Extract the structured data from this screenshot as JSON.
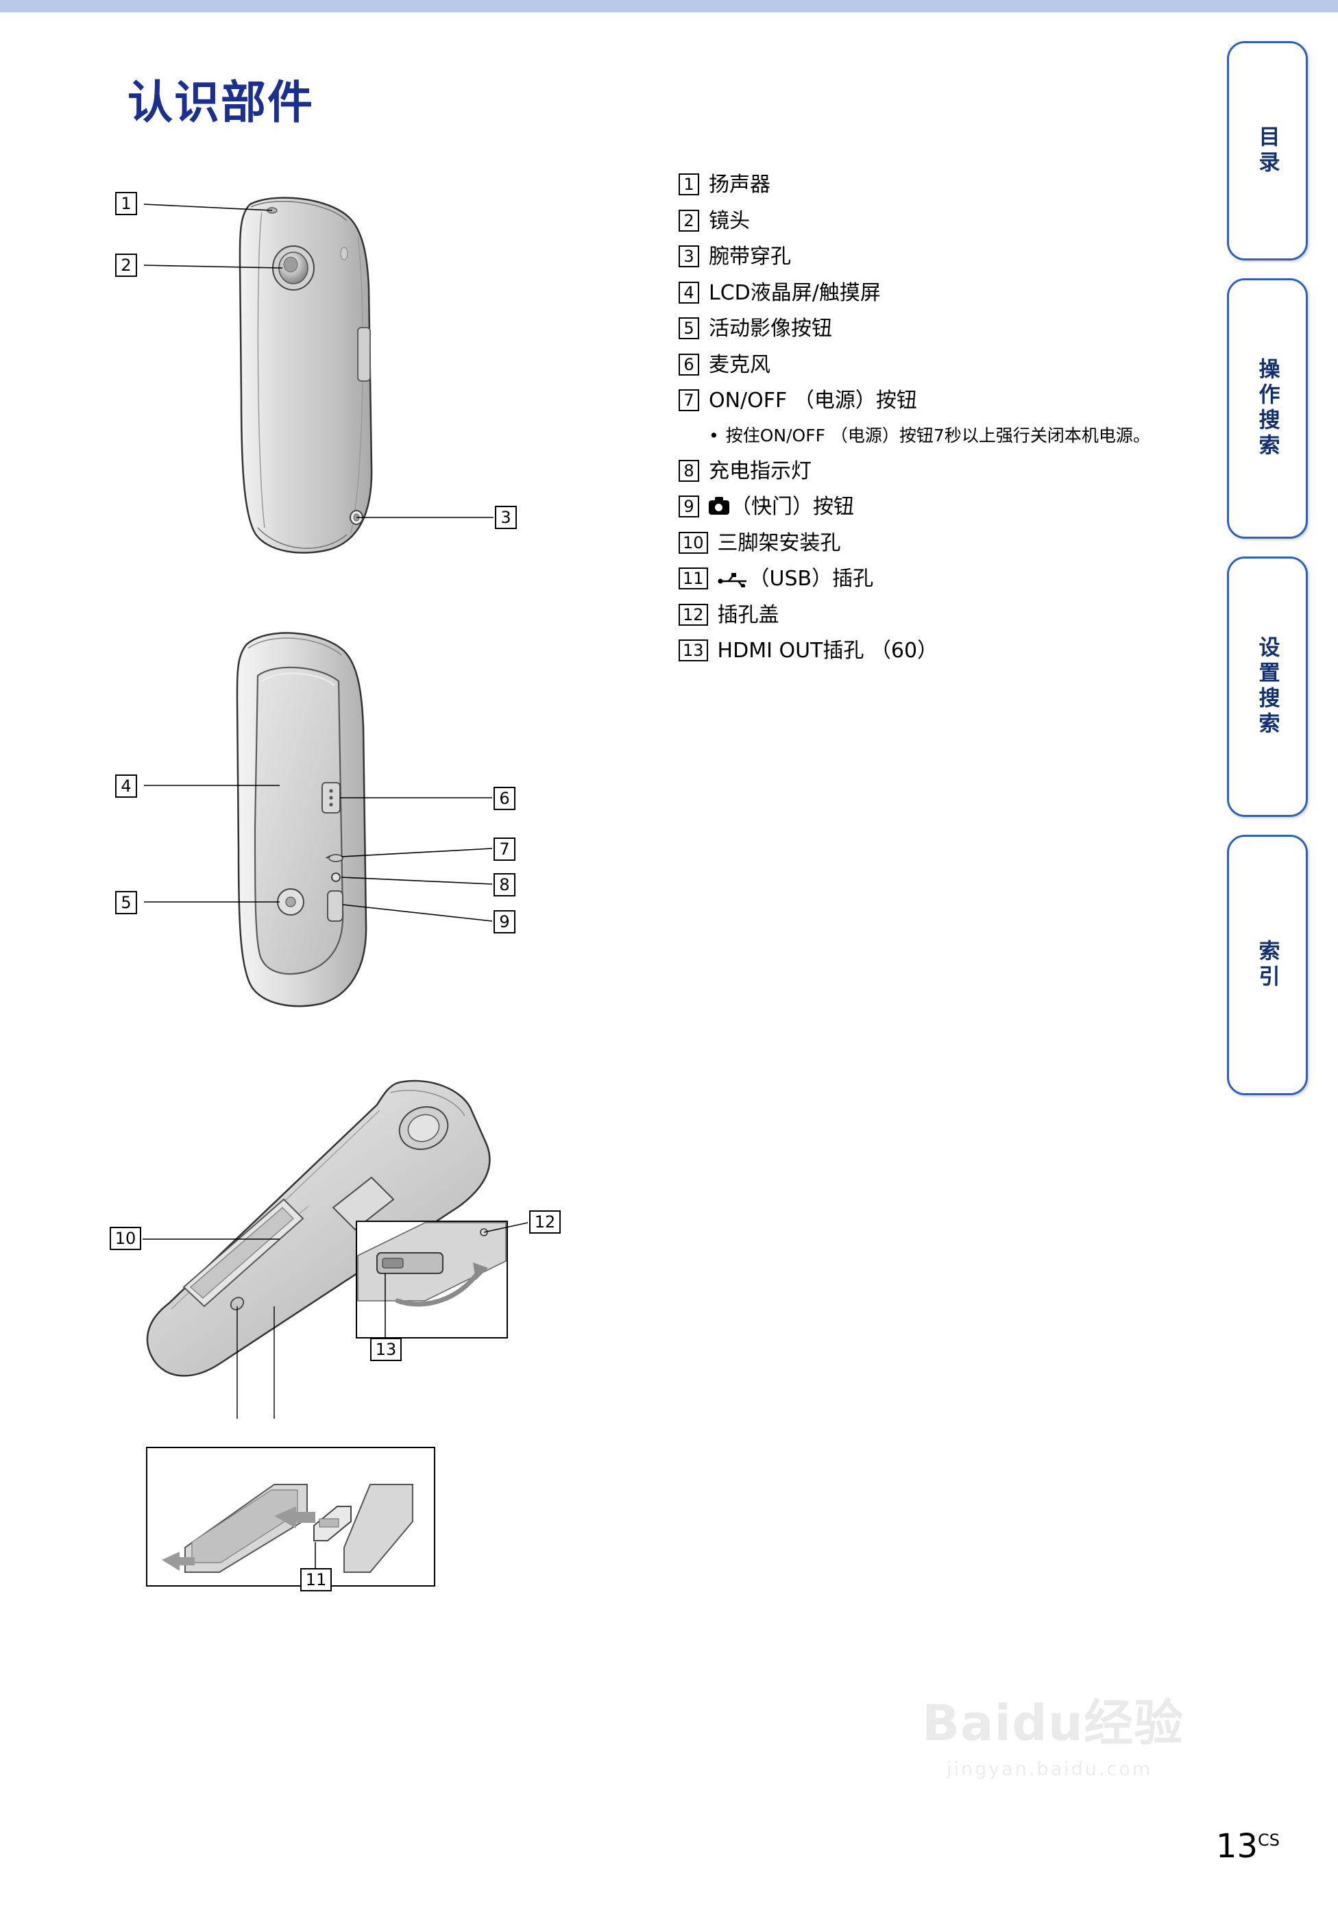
{
  "page": {
    "title": "认识部件",
    "number": "13",
    "number_sup": "CS"
  },
  "side_tabs": [
    {
      "label": "目录"
    },
    {
      "label": "操作搜索"
    },
    {
      "label": "设置搜索"
    },
    {
      "label": "索引"
    }
  ],
  "legend": [
    {
      "num": "1",
      "text": "扬声器"
    },
    {
      "num": "2",
      "text": "镜头"
    },
    {
      "num": "3",
      "text": "腕带穿孔"
    },
    {
      "num": "4",
      "text": "LCD液晶屏/触摸屏"
    },
    {
      "num": "5",
      "text": "活动影像按钮"
    },
    {
      "num": "6",
      "text": "麦克风"
    },
    {
      "num": "7",
      "text": "ON/OFF （电源）按钮",
      "note": "按住ON/OFF （电源）按钮7秒以上强行关闭本机电源。"
    },
    {
      "num": "8",
      "text": "充电指示灯"
    },
    {
      "num": "9",
      "text": "（快门）按钮",
      "icon": "camera-icon"
    },
    {
      "num": "10",
      "text": "三脚架安装孔"
    },
    {
      "num": "11",
      "text": "（USB）插孔",
      "icon": "usb-icon"
    },
    {
      "num": "12",
      "text": "插孔盖"
    },
    {
      "num": "13",
      "text": "HDMI OUT插孔 （60）"
    }
  ],
  "figure_callouts": {
    "fig1": [
      "1",
      "2",
      "3"
    ],
    "fig2": [
      "4",
      "5",
      "6",
      "7",
      "8",
      "9"
    ],
    "fig3": [
      "10",
      "12",
      "13"
    ],
    "fig4": [
      "11"
    ]
  },
  "watermark": {
    "main": "Baidu经验",
    "sub": "jingyan.baidu.com"
  }
}
